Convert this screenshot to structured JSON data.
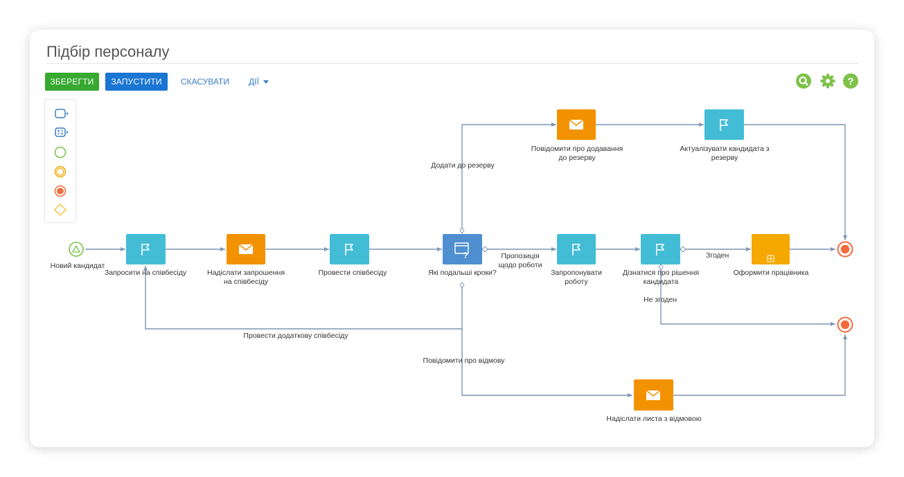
{
  "header": {
    "title": "Підбір персоналу"
  },
  "toolbar": {
    "save_label": "ЗБЕРЕГТИ",
    "run_label": "ЗАПУСТИТИ",
    "cancel_label": "СКАСУВАТИ",
    "actions_label": "ДІЇ",
    "icons": [
      "search-icon",
      "gear-icon",
      "help-icon"
    ]
  },
  "colors": {
    "save": "#37a830",
    "run": "#1a76d2",
    "link": "#3a7cc4",
    "user_task": "#43bcd6",
    "email_task": "#f39200",
    "gateway_task": "#4f8fd0",
    "subprocess": "#f5a800",
    "start": "#7cc247",
    "end": "#f26b3a",
    "flow": "#7f96b3"
  },
  "palette": {
    "items": [
      "task-icon",
      "subprocess-icon",
      "start-event-icon",
      "intermediate-event-icon",
      "end-event-icon",
      "gateway-icon"
    ]
  },
  "process": {
    "start": "Новий кандидат",
    "nodes": {
      "invite": "Запросити на співбесіду",
      "send_invite": "Надіслати запрошення на співбесіду",
      "interview": "Провести співбесіду",
      "next_steps": "Які подальші кроки?",
      "offer": "Запропонувати роботу",
      "decision": "Дізнатися про рішення кандидата",
      "onboard": "Оформити працівника",
      "notify_reserve": "Повідомити про додавання до резерву",
      "update_reserve": "Актуалізувати кандидата з резерву",
      "reject_letter": "Надіслати листа з відмовою"
    },
    "flow_labels": {
      "to_reserve": "Додати до резерву",
      "job_offer": "Пропозиція щодо роботи",
      "agreed": "Згоден",
      "disagreed": "Не згоден",
      "extra_interview": "Провести додаткову співбесіду",
      "reject": "Повідомити про відмову"
    }
  }
}
